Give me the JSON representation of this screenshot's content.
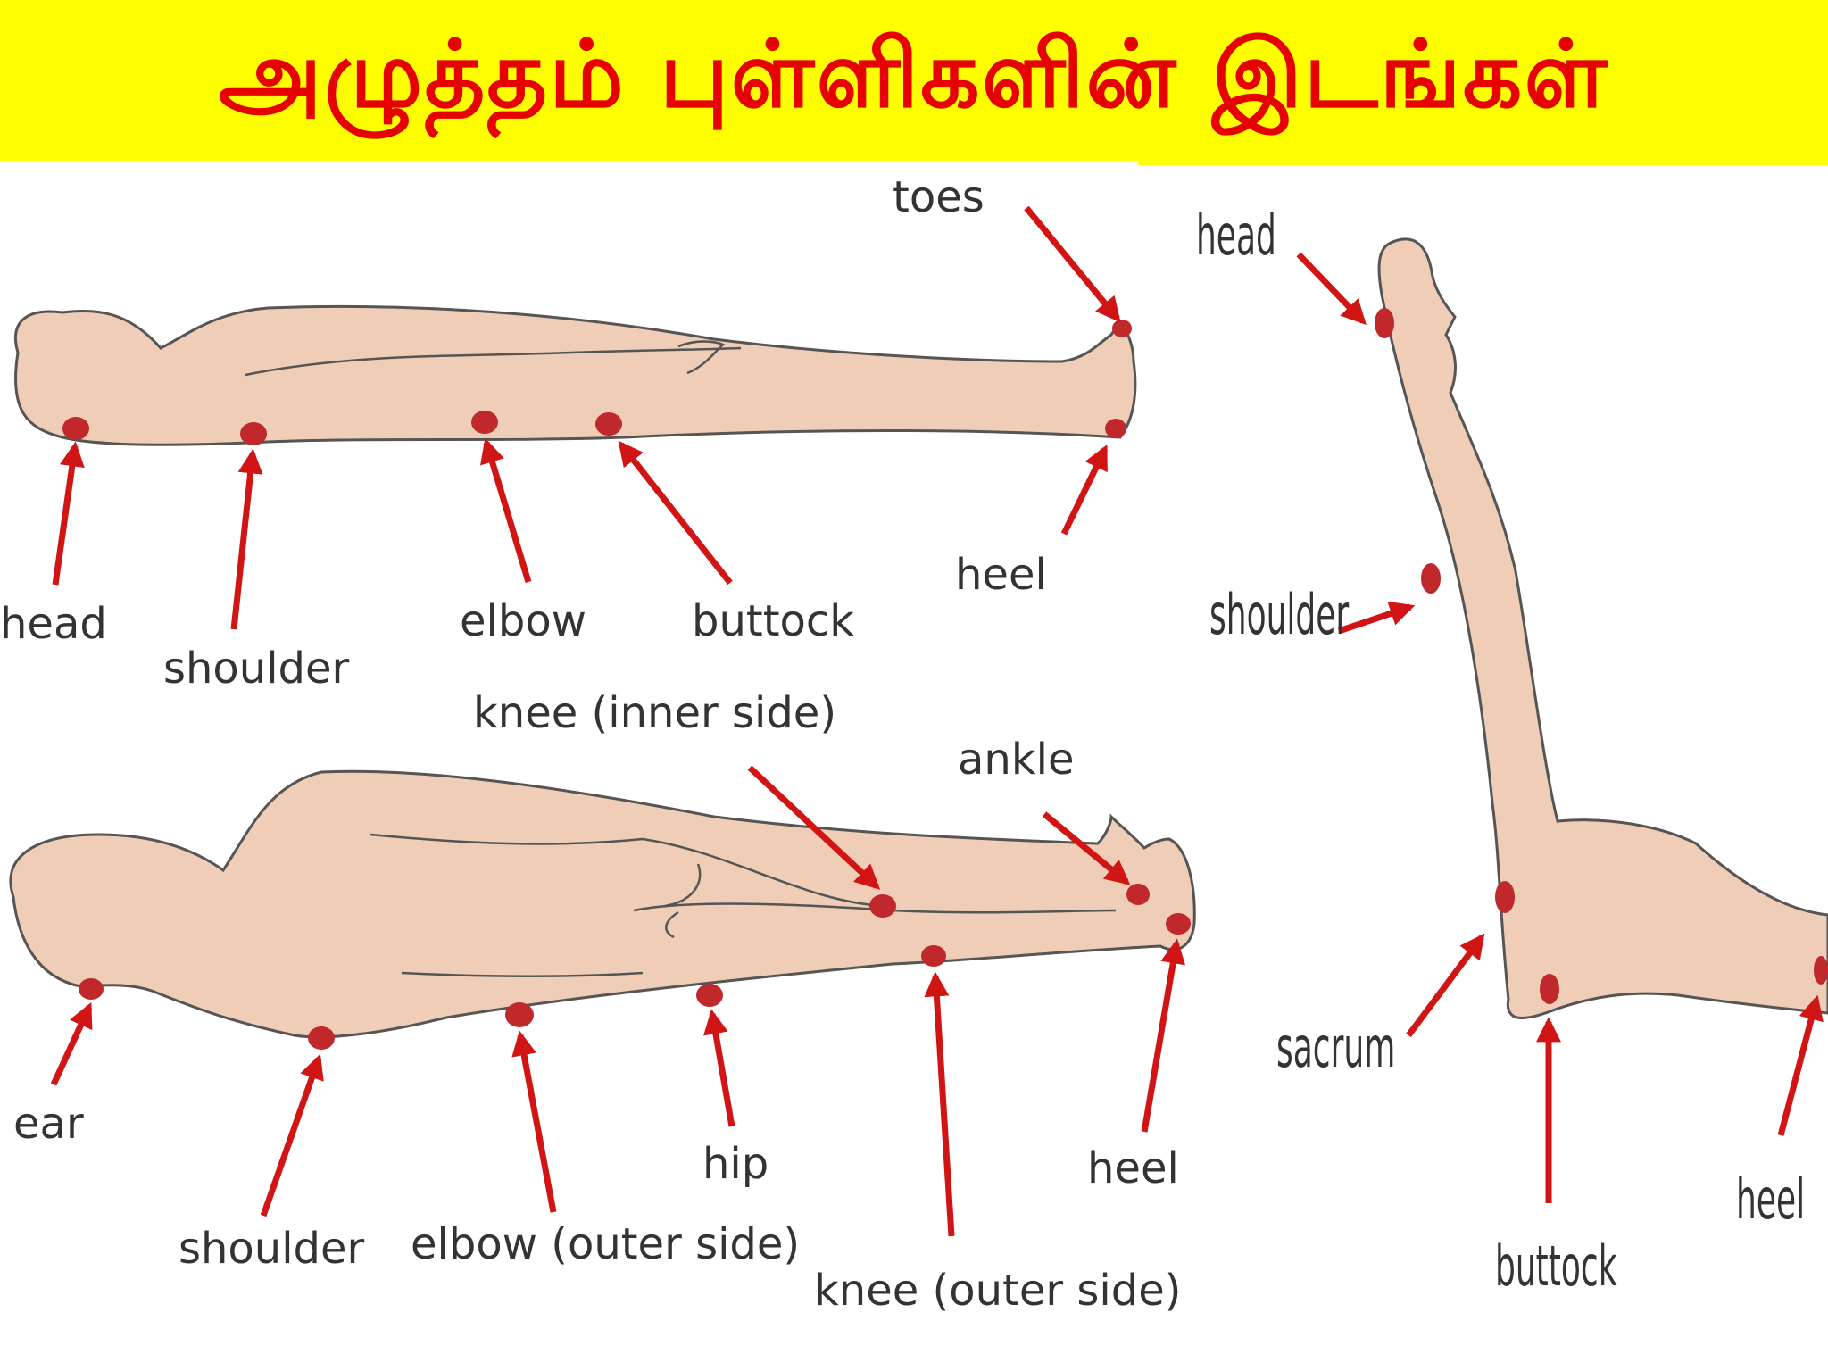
{
  "title": "அழுத்தம் புள்ளிகளின் இடங்கள்",
  "colors": {
    "banner": "#ffff00",
    "title": "#e60000",
    "body_fill": "#efcdb7",
    "outline": "#555555",
    "arrow": "#d11414",
    "dot": "#c0282c"
  },
  "supine_labels": {
    "toes": "toes",
    "head": "head",
    "shoulder": "shoulder",
    "elbow": "elbow",
    "buttock": "buttock",
    "heel": "heel"
  },
  "side_labels": {
    "knee_inner": "knee (inner side)",
    "ankle": "ankle",
    "ear": "ear",
    "shoulder": "shoulder",
    "elbow_outer": "elbow (outer side)",
    "hip": "hip",
    "heel": "heel",
    "knee_outer": "knee (outer side)"
  },
  "sitting_labels": {
    "head": "head",
    "shoulder": "shoulder",
    "sacrum": "sacrum",
    "buttock": "buttock",
    "heel": "heel"
  }
}
